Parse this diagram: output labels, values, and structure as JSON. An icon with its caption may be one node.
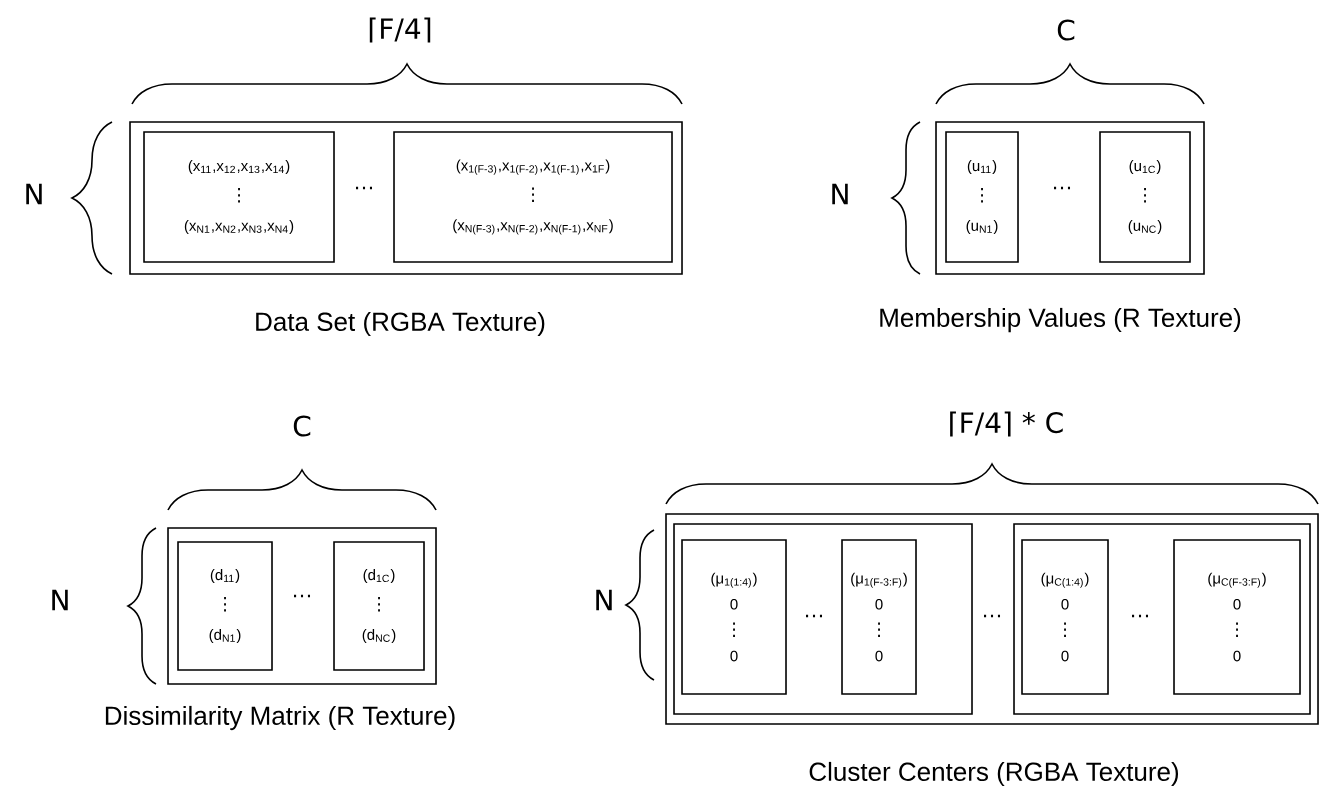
{
  "diagram": {
    "nodes": [
      {
        "text": [
          "Data Set (RGBA Texture)"
        ],
        "beside": [
          "⌈F/4⌉",
          "N"
        ]
      },
      {
        "text": [
          "(x$_{11}$,x$_{12}$,x$_{13}$,x$_{14}$)",
          "⋮",
          "(x$_{N1}$,x$_{N2}$,x$_{N3}$,x$_{N4}$)"
        ],
        "in": 0
      },
      {
        "text": [
          "(x$_{1(F-3)}$,x$_{1(F-2)}$,x$_{1(F-1)}$,x$_{1F}$)",
          "⋮",
          "(x$_{N(F-3)}$,x$_{N(F-2)}$,x$_{N(F-1)}$,x$_{NF}$)"
        ],
        "in": 0
      },
      {
        "text": [
          "Membership Values (R Texture)"
        ],
        "beside": [
          "C",
          "N"
        ]
      },
      {
        "text": [
          "(u$_{11}$)",
          "⋮",
          "(u$_{N1}$)"
        ],
        "in": 3
      },
      {
        "text": [
          "(u$_{1C}$)",
          "⋮",
          "(u$_{NC}$)"
        ],
        "in": 3
      },
      {
        "text": [
          "Dissimilarity Matrix (R Texture)"
        ],
        "beside": [
          "C",
          "N"
        ]
      },
      {
        "text": [
          "(d$_{11}$)",
          "⋮",
          "(d$_{N1}$)"
        ],
        "in": 6
      },
      {
        "text": [
          "(d$_{1C}$)",
          "⋮",
          "(d$_{NC}$)"
        ],
        "in": 6
      },
      {
        "text": [
          "Cluster Centers (RGBA Texture)"
        ],
        "beside": [
          "⌈F/4⌉ * C",
          "N"
        ]
      },
      {
        "text": [],
        "shape": "box",
        "in": 9
      },
      {
        "text": [
          "(μ$_{1(1:4)}$)",
          "0",
          "⋮",
          "0"
        ],
        "in": 10
      },
      {
        "text": [
          "(μ$_{1(F-3:F)}$)",
          "0",
          "⋮",
          "0"
        ],
        "in": 10
      },
      {
        "text": [],
        "shape": "box",
        "in": 9
      },
      {
        "text": [
          "(μ$_{C(1:4)}$)",
          "0",
          "⋮",
          "0"
        ],
        "in": 13
      },
      {
        "text": [
          "(μ$_{C(F-3:F)}$)",
          "0",
          "⋮",
          "0"
        ],
        "in": 13
      }
    ],
    "labels": [
      "…",
      "…",
      "…",
      "…",
      "…",
      "…"
    ]
  }
}
